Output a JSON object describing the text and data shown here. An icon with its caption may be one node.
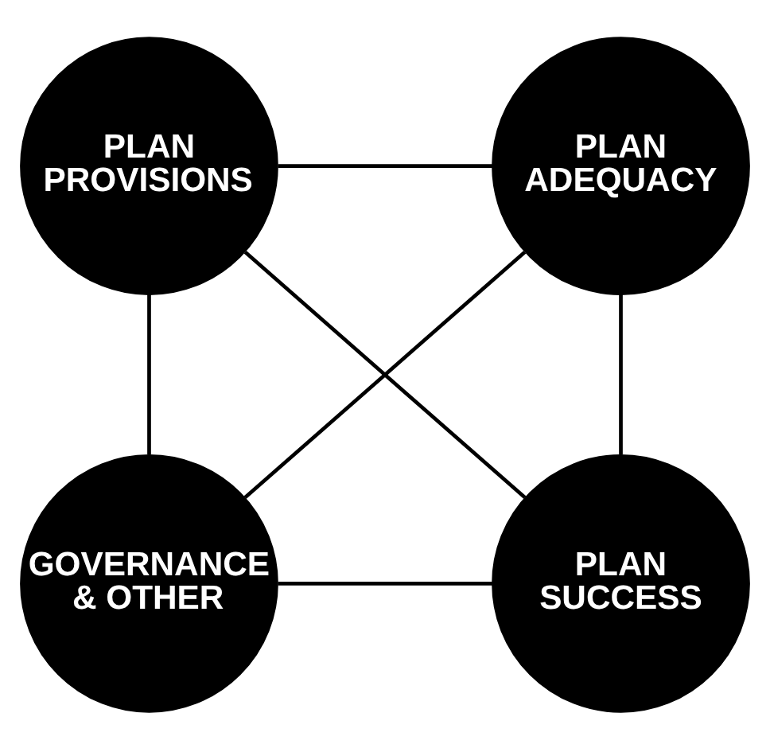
{
  "diagram": {
    "nodes": [
      {
        "text": [
          "PLAN PROVISIONS"
        ]
      },
      {
        "text": [
          "PLAN ADEQUACY"
        ]
      },
      {
        "text": [
          "GOVERNANCE & OTHER"
        ]
      },
      {
        "text": [
          "PLAN SUCCESS"
        ]
      }
    ],
    "edges": [
      {
        "from": 0,
        "to": 1,
        "arrow": "none"
      },
      {
        "from": 0,
        "to": 2,
        "arrow": "none"
      },
      {
        "from": 0,
        "to": 3,
        "arrow": "none"
      },
      {
        "from": 1,
        "to": 2,
        "arrow": "none"
      },
      {
        "from": 1,
        "to": 3,
        "arrow": "none"
      },
      {
        "from": 2,
        "to": 3,
        "arrow": "none"
      }
    ]
  }
}
